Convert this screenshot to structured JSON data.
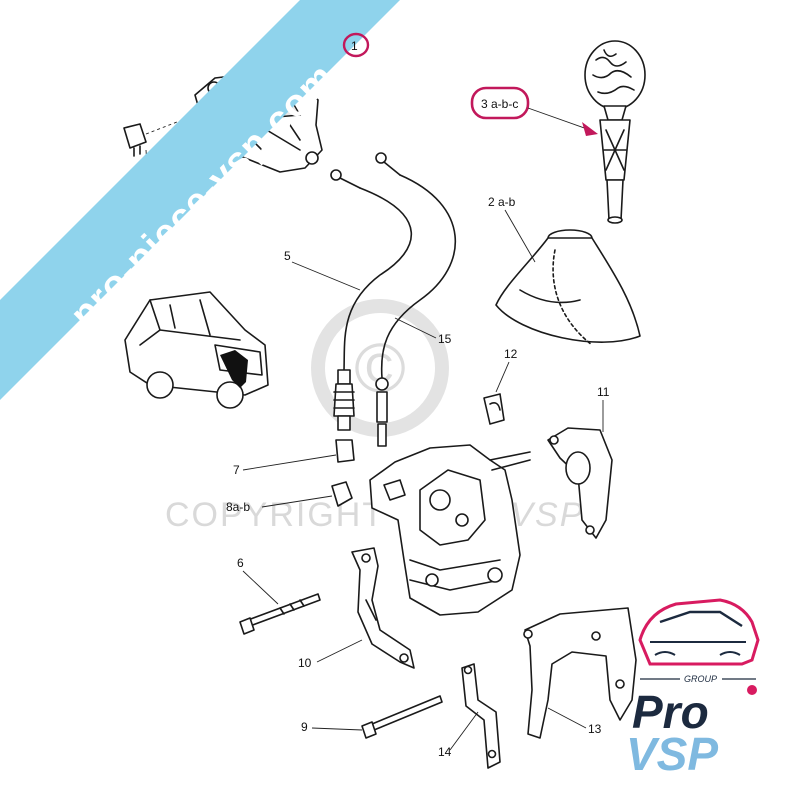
{
  "watermark": {
    "site": "pro-piece-vsp.com",
    "copyright": "COPYRIGHT",
    "copyright_brand": "Pro VSP",
    "symbol": "©"
  },
  "callouts": {
    "c3": "3 a-b-c",
    "c2": "2 a-b",
    "c5": "5",
    "c15": "15",
    "c12": "12",
    "c11": "11",
    "c7": "7",
    "c8": "8a-b",
    "c6": "6",
    "c10": "10",
    "c9": "9",
    "c14": "14",
    "c13": "13",
    "c1": "1"
  },
  "logo": {
    "group": "GROUP",
    "word1": "Pro",
    "word2": "VSP"
  },
  "colors": {
    "banner": "#8fd3ec",
    "highlight": "#c2185b",
    "logo_pink": "#d81b60",
    "logo_blue": "#7fb9e0",
    "logo_dark": "#1c2a3f"
  }
}
